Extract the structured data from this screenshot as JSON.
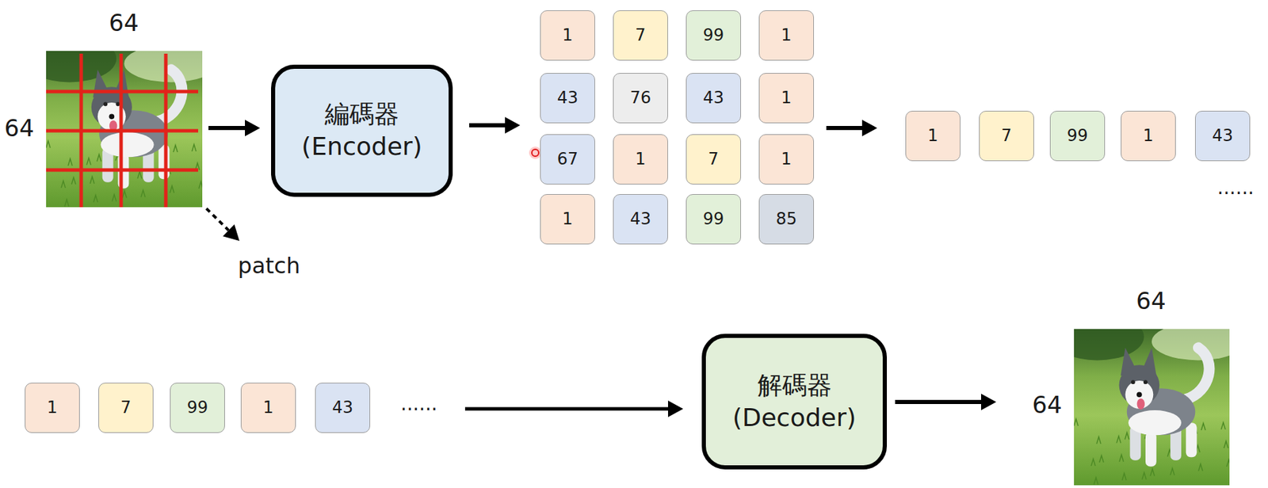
{
  "diagram": {
    "nodes": [
      {
        "text": [
          "編碼器 (Encoder)"
        ]
      },
      {
        "text": [
          "1"
        ]
      },
      {
        "text": [
          "7"
        ]
      },
      {
        "text": [
          "99"
        ]
      },
      {
        "text": [
          "1"
        ]
      },
      {
        "text": [
          "43"
        ]
      },
      {
        "text": [
          "76"
        ]
      },
      {
        "text": [
          "43"
        ]
      },
      {
        "text": [
          "1"
        ]
      },
      {
        "text": [
          "67"
        ]
      },
      {
        "text": [
          "1"
        ]
      },
      {
        "text": [
          "7"
        ]
      },
      {
        "text": [
          "1"
        ]
      },
      {
        "text": [
          "1"
        ]
      },
      {
        "text": [
          "43"
        ]
      },
      {
        "text": [
          "99"
        ]
      },
      {
        "text": [
          "85"
        ]
      },
      {
        "text": [
          "1"
        ]
      },
      {
        "text": [
          "7"
        ]
      },
      {
        "text": [
          "99"
        ]
      },
      {
        "text": [
          "1"
        ]
      },
      {
        "text": [
          "43"
        ]
      },
      {
        "text": [
          "1"
        ]
      },
      {
        "text": [
          "7"
        ]
      },
      {
        "text": [
          "99"
        ]
      },
      {
        "text": [
          "1"
        ]
      },
      {
        "text": [
          "43"
        ]
      },
      {
        "text": [
          "解碼器 (Decoder)"
        ]
      }
    ],
    "labels": [
      "64",
      "64",
      "patch",
      "......",
      "......",
      "64",
      "64"
    ]
  }
}
